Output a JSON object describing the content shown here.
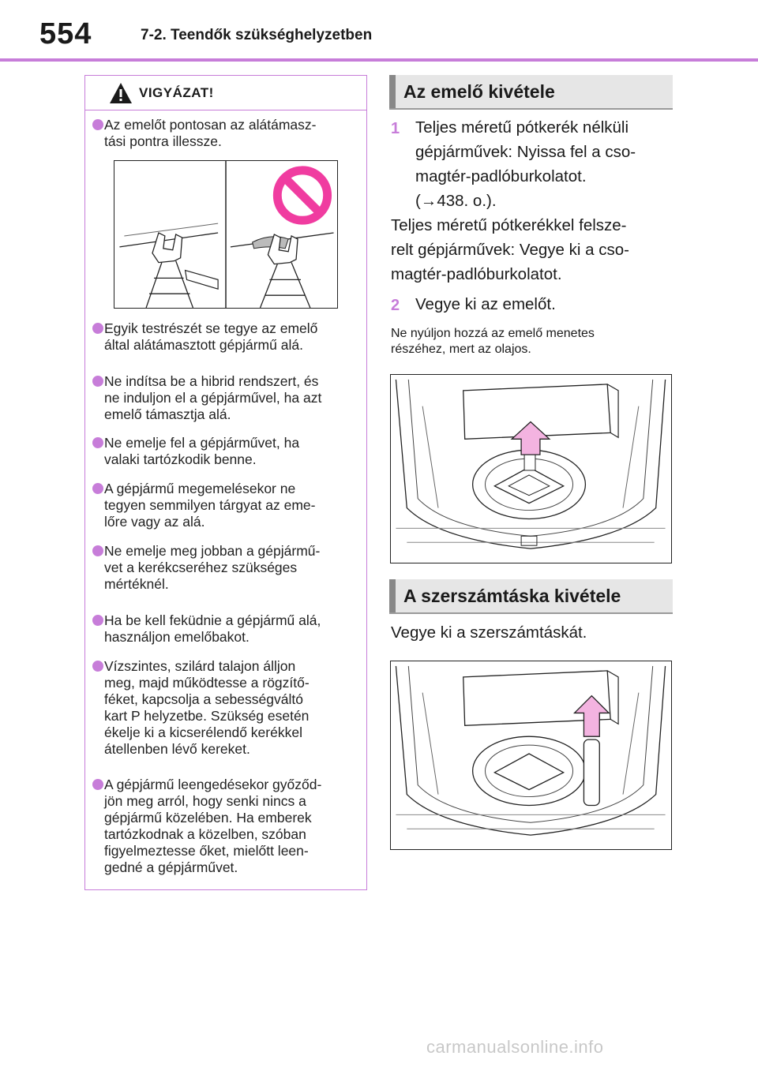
{
  "header": {
    "page_number": "554",
    "section_title": "7-2. Teendők szükséghelyzetben"
  },
  "caution": {
    "title": "VIGYÁZAT!",
    "icon": "warning-triangle-icon",
    "bullets": [
      "Az emelőt pontosan az alátámasz-\ntási pontra illessze.",
      "Egyik testrészét se tegye az emelő\náltal alátámasztott gépjármű alá.",
      "Ne indítsa be a hibrid rendszert, és\nne induljon el a gépjárművel, ha azt\nemelő támasztja alá.",
      "Ne emelje fel a gépjárművet, ha\nvalaki tartózkodik benne.",
      "A gépjármű megemelésekor ne\ntegyen semmilyen tárgyat az eme-\nlőre vagy az alá.",
      "Ne emelje meg jobban a gépjármű-\nvet a kerékcseréhez szükséges\nmértéknél.",
      "Ha be kell feküdnie a gépjármű alá,\nhasználjon emelőbakot.",
      "Vízszintes, szilárd talajon álljon\nmeg, majd működtesse a rögzítő-\nféket, kapcsolja a sebességváltó\nkart P helyzetbe. Szükség esetén\nékelje ki a kicserélendő kerékkel\nátellenben lévő kereket.",
      "A gépjármű leengedésekor győződ-\njön meg arról, hogy senki nincs a\ngépjármű közelében. Ha emberek\ntartózkodnak a közelben, szóban\nfigyelmeztesse őket, mielőtt leen-\ngedné a gépjárművet."
    ]
  },
  "jack_section": {
    "heading": "Az emelő kivétele",
    "step1_num": "1",
    "step1_text": "Teljes méretű pótkerék nélküli\ngépjárművek: Nyissa fel a cso-\nmagtér-padlóburkolatot.\n(→438. o.).",
    "para": "Teljes méretű pótkerékkel felsze-\nrelt gépjárművek: Vegye ki a cso-\nmagtér-padlóburkolatot.",
    "step2_num": "2",
    "step2_text": "Vegye ki az emelőt.",
    "note": "Ne nyúljon hozzá az emelő menetes\nrészéhez, mert az olajos."
  },
  "toolbag_section": {
    "heading": "A szerszámtáska kivétele",
    "text": "Vegye ki a szerszámtáskát."
  },
  "colors": {
    "accent": "#c77dd9",
    "arrow_fill": "#f3b3e0",
    "prohibit": "#f03ca0"
  },
  "watermark": "carmanualsonline.info"
}
